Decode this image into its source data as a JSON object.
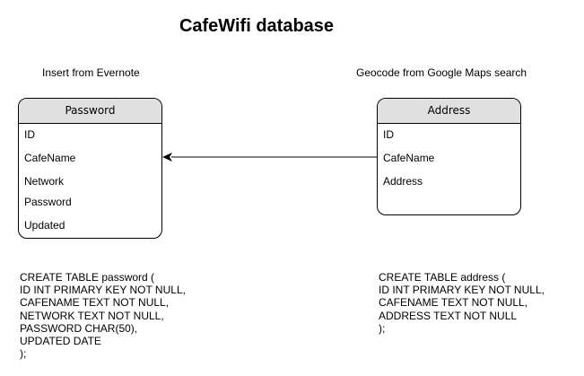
{
  "title": "CafeWifi database",
  "captions": {
    "left": "Insert from Evernote",
    "right": "Geocode from Google Maps search"
  },
  "entities": [
    {
      "name": "Password",
      "fields": [
        "ID",
        "CafeName",
        "Network",
        "Password",
        "Updated"
      ]
    },
    {
      "name": "Address",
      "fields": [
        "ID",
        "CafeName",
        "Address"
      ]
    }
  ],
  "relationship": {
    "from": "Address.CafeName",
    "to": "Password.CafeName"
  },
  "sql": {
    "password": "CREATE TABLE password (\nID INT PRIMARY KEY NOT NULL,\nCAFENAME TEXT NOT NULL,\nNETWORK TEXT NOT NULL,\nPASSWORD CHAR(50),\nUPDATED DATE\n);",
    "address": "CREATE TABLE address (\nID INT PRIMARY KEY NOT NULL,\nCAFENAME TEXT NOT NULL,\nADDRESS TEXT NOT NULL\n);"
  }
}
